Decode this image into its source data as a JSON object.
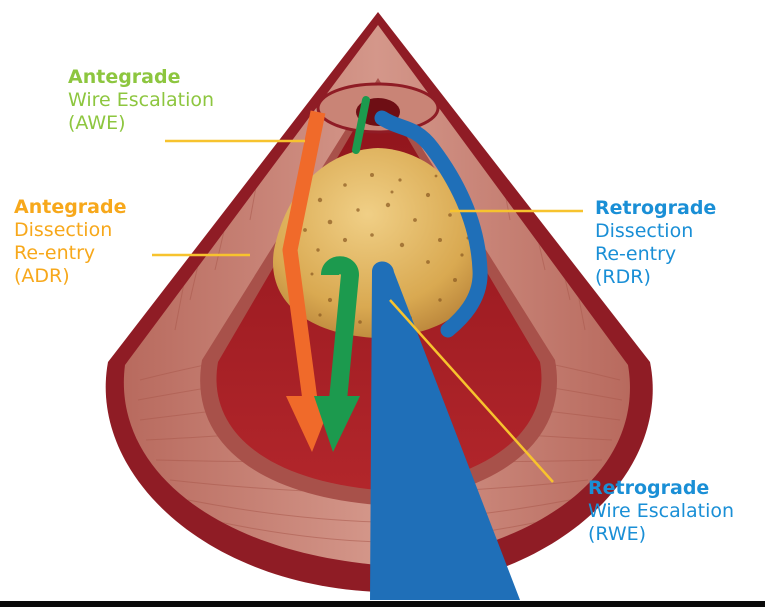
{
  "colors": {
    "antegrade_wire": "#8dc63f",
    "antegrade_dissection": "#f7a81b",
    "retrograde": "#1a8fd6",
    "pointer_line": "#f7c32e",
    "vessel_outer": "#8f1c25",
    "vessel_wall": "#c98476",
    "lumen": "#a41e24",
    "plaque": "#dcb05a",
    "arrow_orange": "#f06a2a",
    "arrow_green": "#1c9a4e",
    "catheter_blue": "#1f6fb8"
  },
  "labels": {
    "awe": {
      "line1": "Antegrade",
      "line2": "Wire Escalation",
      "line3": "(AWE)"
    },
    "adr": {
      "line1": "Antegrade",
      "line2": "Dissection",
      "line3": "Re-entry",
      "line4": "(ADR)"
    },
    "rdr": {
      "line1": "Retrograde",
      "line2": "Dissection",
      "line3": "Re-entry",
      "line4": "(RDR)"
    },
    "rwe": {
      "line1": "Retrograde",
      "line2": "Wire Escalation",
      "line3": "(RWE)"
    }
  }
}
